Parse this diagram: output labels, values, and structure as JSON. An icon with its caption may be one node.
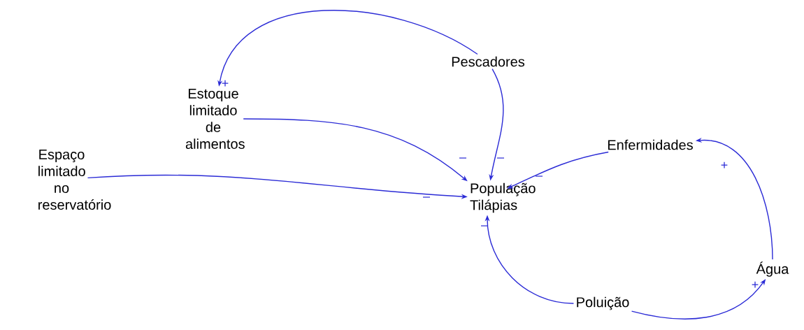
{
  "diagram": {
    "nodes": [
      {
        "text": [
          "Pescadores"
        ]
      },
      {
        "text": [
          "Estoque limitado de alimentos"
        ]
      },
      {
        "text": [
          "Espaço limitado no reservatório"
        ]
      },
      {
        "text": [
          "População Tilápias"
        ]
      },
      {
        "text": [
          "Enfermidades"
        ]
      },
      {
        "text": [
          "Água"
        ]
      },
      {
        "text": [
          "Poluição"
        ]
      }
    ],
    "edges": [
      {
        "from": 0,
        "to": 1,
        "arrow": "to",
        "label": "+"
      },
      {
        "from": 1,
        "to": 3,
        "arrow": "to",
        "label": "–"
      },
      {
        "from": 0,
        "to": 3,
        "arrow": "to",
        "label": "–"
      },
      {
        "from": 2,
        "to": 3,
        "arrow": "to",
        "label": "–"
      },
      {
        "from": 4,
        "to": 3,
        "arrow": "to",
        "label": "–"
      },
      {
        "from": 6,
        "to": 3,
        "arrow": "to",
        "label": "–"
      },
      {
        "from": 6,
        "to": 5,
        "arrow": "to",
        "label": "+"
      },
      {
        "from": 5,
        "to": 4,
        "arrow": "to",
        "label": "+"
      }
    ]
  }
}
